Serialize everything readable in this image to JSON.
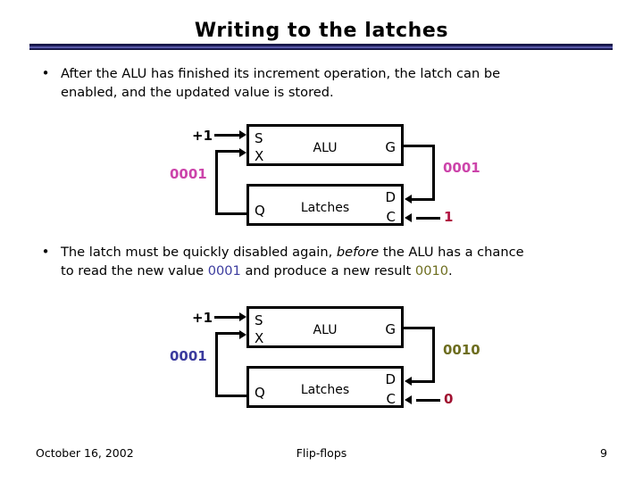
{
  "slide": {
    "title": "Writing to the latches",
    "rule_color": "#1b1b55",
    "rule_highlight": "#5a5aa8"
  },
  "bullets": [
    {
      "marker": "•",
      "line1_a": "After the ALU has finished its increment operation, the latch can be",
      "line2_a": "enabled, and the updated value is stored."
    },
    {
      "marker": "•",
      "line1_a": "The latch must be quickly disabled again, ",
      "line1_em": "before",
      "line1_b": " the ALU has a chance",
      "line2_a": "to read the new value ",
      "line2_val1": "0001",
      "line2_b": " and produce a new result ",
      "line2_val2": "0010",
      "line2_c": "."
    }
  ],
  "diagrams": [
    {
      "id": "diagram-top",
      "alu_label": "ALU",
      "latch_label": "Latches",
      "ports": {
        "s": "S",
        "x": "X",
        "g": "G",
        "q": "Q",
        "d": "D",
        "c": "C"
      },
      "signals": {
        "increment": "+1",
        "feedback": "0001",
        "output": "0001",
        "clock": "1"
      },
      "colors": {
        "feedback": "#cc44aa",
        "output": "#cc44aa",
        "clock": "#b01040"
      }
    },
    {
      "id": "diagram-bottom",
      "alu_label": "ALU",
      "latch_label": "Latches",
      "ports": {
        "s": "S",
        "x": "X",
        "g": "G",
        "q": "Q",
        "d": "D",
        "c": "C"
      },
      "signals": {
        "increment": "+1",
        "feedback": "0001",
        "output": "0010",
        "clock": "0"
      },
      "colors": {
        "feedback": "#3b3b9e",
        "output": "#6d6d1e",
        "clock": "#a01030"
      }
    }
  ],
  "footer": {
    "date": "October 16, 2002",
    "topic": "Flip-flops",
    "page": "9"
  }
}
